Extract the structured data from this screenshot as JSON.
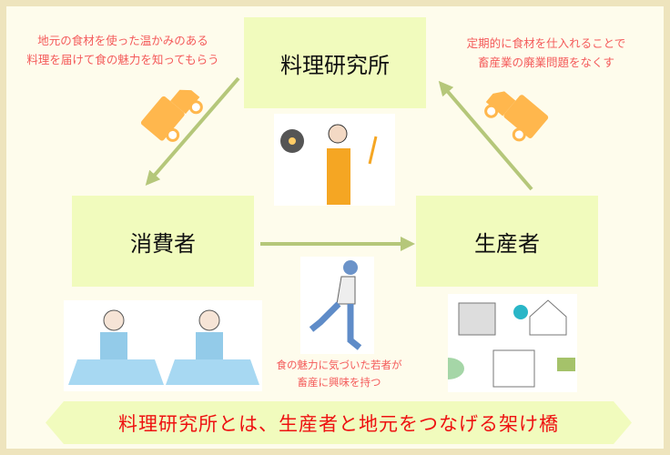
{
  "nodes": {
    "lab": "料理研究所",
    "consumer": "消費者",
    "producer": "生産者"
  },
  "notes": {
    "left": [
      "地元の食材を使った温かみのある",
      "料理を届けて食の魅力を知ってもらう"
    ],
    "right": [
      "定期的に食材を仕入れることで",
      "畜産業の廃業問題をなくす"
    ],
    "middle": [
      "食の魅力に気づいた若者が",
      "畜産に興味を持つ"
    ]
  },
  "banner": "料理研究所とは、生産者と地元をつなげる架け橋",
  "colors": {
    "box": "#f1fbbd",
    "arrow": "#b5c77a",
    "note": "#f45a5a",
    "truck": "#ffb74d",
    "banner_text": "#ee1111"
  }
}
